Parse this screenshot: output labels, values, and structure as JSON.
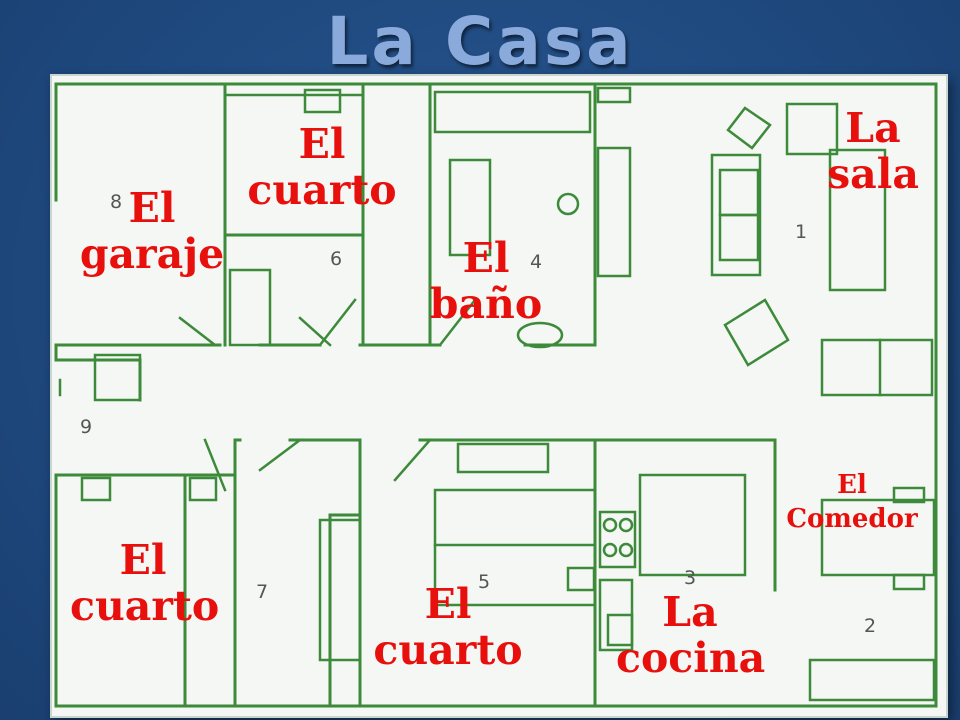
{
  "title": "La Casa",
  "rooms": {
    "garaje": {
      "line1": "El",
      "line2": "garaje",
      "number": "8"
    },
    "cuarto_top": {
      "line1": "El",
      "line2": "cuarto",
      "number": "6"
    },
    "bano": {
      "line1": "El",
      "line2": "baño",
      "number": "4"
    },
    "sala": {
      "line1": "La",
      "line2": "sala",
      "number": "1"
    },
    "comedor": {
      "line1": "El",
      "line2": "Comedor",
      "number": "2"
    },
    "cuarto_left": {
      "line1": "El",
      "line2": "cuarto",
      "number": "7"
    },
    "cuarto_mid": {
      "line1": "El",
      "line2": "cuarto",
      "number": "5"
    },
    "cocina": {
      "line1": "La",
      "line2": "cocina",
      "number": "3"
    },
    "closet": {
      "number": "9"
    }
  },
  "colors": {
    "wall": "#3d8a3a",
    "label": "#e8100d",
    "background": "#1f4a80",
    "title": "#8aaadc"
  }
}
